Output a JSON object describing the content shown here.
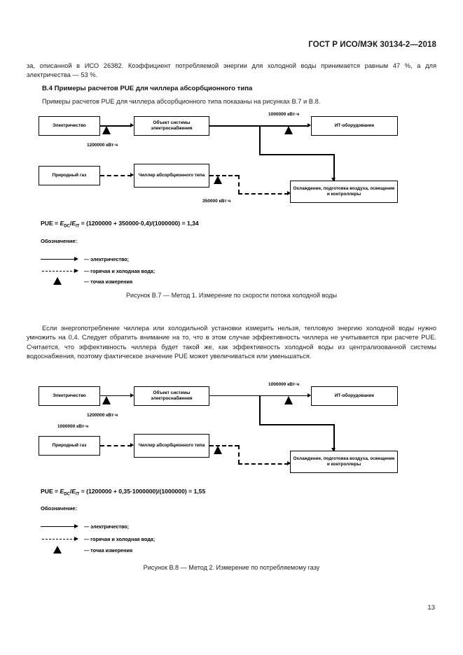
{
  "document": {
    "standard_title": "ГОСТ Р ИСО/МЭК 30134-2—2018",
    "page_number": "13"
  },
  "intro_paragraph": "за, описанной в ИСО 26382. Коэффициент потребляемой энергии для холодной воды принимается равным 47 %, а для электричества — 53 %.",
  "section": {
    "heading": "В.4  Примеры расчетов PUE для чиллера абсорбционного типа",
    "lead_paragraph": "Примеры расчетов PUE для чиллера абсорбционного типа показаны на рисунках В.7 и В.8."
  },
  "middle_paragraph": "Если энергопотребление чиллера или холодильной установки измерить нельзя, тепловую энергию холодной воды нужно умножить на 0,4. Следует обратить внимание на то, что в этом случае эффективность чиллера не учитывается при расчете PUE. Считается, что эффективность чиллера будет такой же, как эффективность холодной воды из централизованной системы водоснабжения, поэтому фактическое значение PUE может увеличиваться или уменьшаться.",
  "figure_b7": {
    "caption": "Рисунок В.7 — Метод 1. Измерение по скорости потока холодной воды",
    "boxes": {
      "electricity": "Электричество",
      "power_system": "Объект системы электроснабжения",
      "it_equipment": "ИТ-оборудование",
      "natural_gas": "Природный газ",
      "absorption_chiller": "Чиллер абсорбционного типа",
      "cooling_block": "Охлаждение, подготовка воздуха, освещение и контроллеры"
    },
    "flow_labels": {
      "electricity_in": "1200000 кВт·ч",
      "it_in": "1000000 кВт·ч",
      "chiller_out": "350000 кВт·ч"
    },
    "formula": {
      "prefix": "PUE = ",
      "e_dc": "E",
      "e_dc_sub": "DC",
      "slash": "/",
      "e_it": "E",
      "e_it_sub": "IT",
      "expression": " = (1200000 +  350000·0,4)/(1000000) = 1,34"
    },
    "legend": {
      "title": "Обозначение:",
      "electricity": "— электричество;",
      "water": "— горячая и холодная вода;",
      "measurement_point": "— точка измерения"
    }
  },
  "figure_b8": {
    "caption": "Рисунок В.8 — Метод 2. Измерение по потребляемому газу",
    "boxes": {
      "electricity": "Электричество",
      "power_system": "Объект системы электроснабжения",
      "it_equipment": "ИТ-оборудование",
      "natural_gas": "Природный газ",
      "absorption_chiller": "Чиллер абсорбционного типа",
      "cooling_block": "Охлаждение, подготовка воздуха, освещение и контроллеры"
    },
    "flow_labels": {
      "electricity_in": "1200000 кВт·ч",
      "it_in": "1000000 кВт·ч",
      "gas_in": "1000000 кВт·ч"
    },
    "formula": {
      "prefix": "PUE = ",
      "e_dc": "E",
      "e_dc_sub": "DC",
      "slash": "/",
      "e_it": "E",
      "e_it_sub": "IT",
      "expression": " = (1200000 +  0,35·1000000)/(1000000) = 1,55"
    },
    "legend": {
      "title": "Обозначение:",
      "electricity": "— электричество;",
      "water": "— горячая и холодная вода;",
      "measurement_point": "— точка измерения"
    }
  },
  "colors": {
    "ink": "#000000",
    "page": "#ffffff"
  }
}
